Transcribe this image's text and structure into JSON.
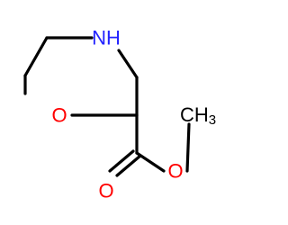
{
  "molecule": {
    "atoms": {
      "nitrogen": {
        "text": "NH",
        "color": "#2323ff"
      },
      "ring_oxygen": {
        "text": "O",
        "color": "#ff0000"
      },
      "ester_oxygen": {
        "text": "O",
        "color": "#ff0000"
      },
      "carbonyl_oxygen": {
        "text": "O",
        "color": "#ff0000"
      },
      "methyl": {
        "text": "CH",
        "subscript": "3",
        "color": "#000000"
      }
    }
  }
}
